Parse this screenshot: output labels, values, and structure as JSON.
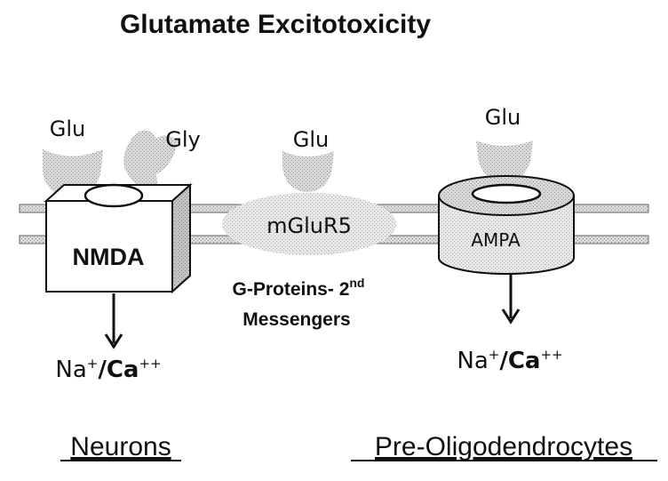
{
  "title": "Glutamate  Excitotoxicity",
  "ligands": {
    "nmda_glu": "Glu",
    "nmda_gly": "Gly",
    "mglur_glu": "Glu",
    "ampa_glu": "Glu"
  },
  "receptors": {
    "nmda": "NMDA",
    "mglur5": "mGluR5",
    "ampa": "AMPA"
  },
  "second_messenger": {
    "line1_main": "G-Proteins- 2",
    "line1_sup": "nd",
    "line2": "Messengers"
  },
  "ions": {
    "na": "Na",
    "na_sup": "+",
    "slash_ca": "/Ca",
    "ca_sup": "++"
  },
  "cell_labels": {
    "left": "Neurons",
    "right": "Pre-Oligodendrocytes"
  },
  "colors": {
    "stipple_fill": "#cfcfcf",
    "outline": "#111111"
  }
}
